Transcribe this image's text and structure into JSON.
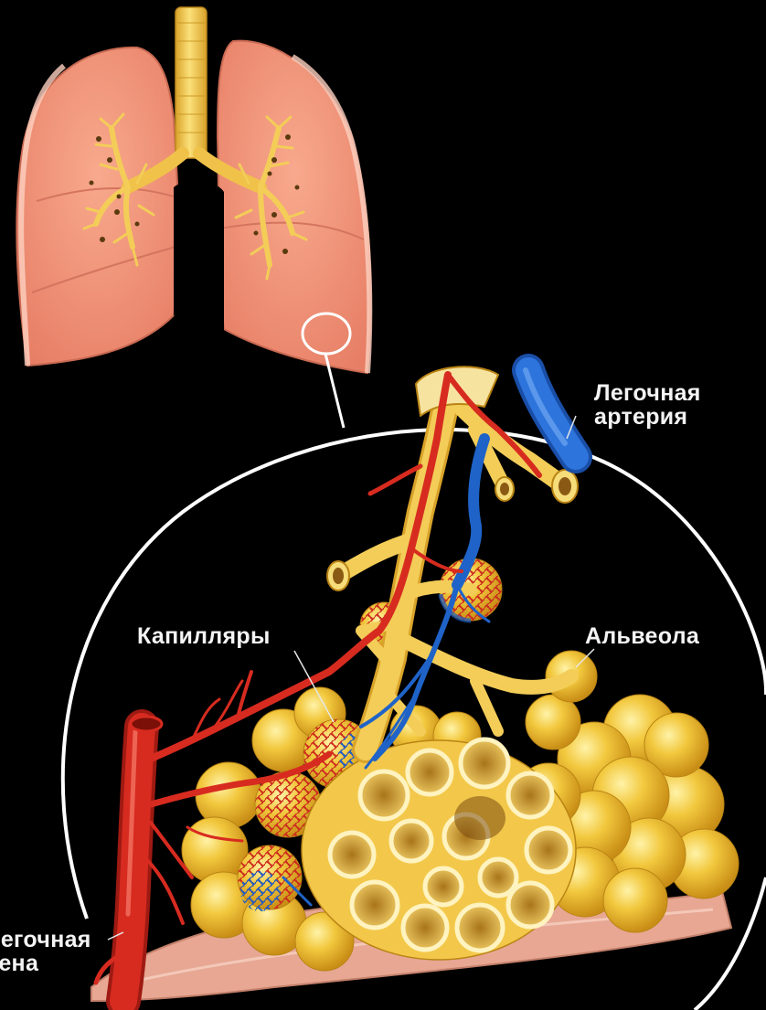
{
  "labels": {
    "pulmonary_artery": [
      "Легочная",
      "артерия"
    ],
    "capillaries": "Капилляры",
    "alveolus": "Альвеола",
    "pulmonary_vein": [
      "Легочная",
      "вена"
    ]
  },
  "colors": {
    "background": "#000000",
    "lung_tissue": "#f2957a",
    "bronchi": "#f2cc55",
    "alveoli": "#f0c53a",
    "arteries_red": "#d72b20",
    "veins_blue": "#1f63c8",
    "outline": "#ffffff",
    "label_text": "#f4f4f4"
  },
  "icons": {
    "lungs": "lungs-illustration",
    "alveoli_cluster": "alveoli-cluster-illustration"
  }
}
